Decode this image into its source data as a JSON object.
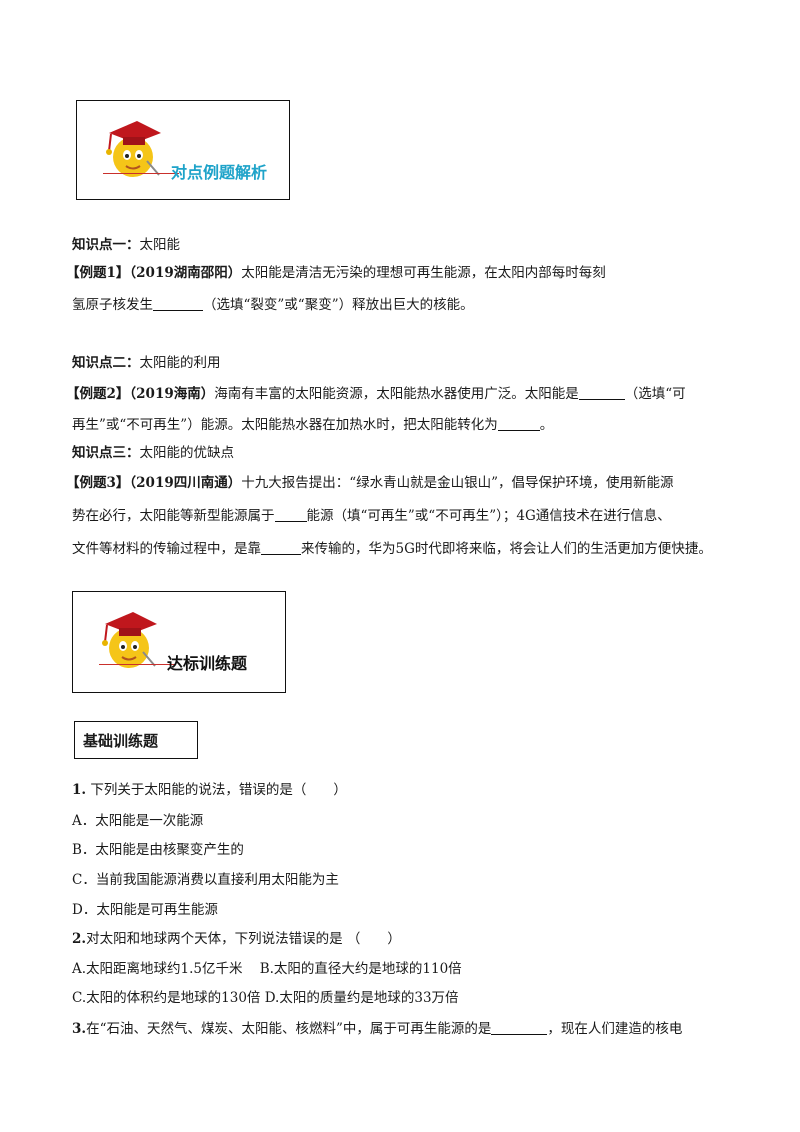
{
  "banner1": {
    "title": "对点例题解析",
    "title_color": "#1ea3c9"
  },
  "banner2": {
    "title": "达标训练题"
  },
  "k1": {
    "label": "知识点一：",
    "text": "太阳能"
  },
  "ex1": {
    "tag": "【例题1】",
    "source": "（2019湖南邵阳）",
    "text1": "太阳能是清洁无污染的理想可再生能源，在太阳内部每时每刻",
    "text2a": "氢原子核发生",
    "text2b": "（选填“裂变”或“聚变”）释放出巨大的核能。"
  },
  "k2": {
    "label": "知识点二：",
    "text": "太阳能的利用"
  },
  "ex2": {
    "tag": "【例题2】",
    "source": "（2019海南）",
    "text1a": "海南有丰富的太阳能资源，太阳能热水器使用广泛。太阳能是",
    "text1b": "（选填“可",
    "text2a": "再生”或“不可再生”）能源。太阳能热水器在加热水时，把太阳能转化为",
    "text2b": "。"
  },
  "k3": {
    "label": "知识点三：",
    "text": "太阳能的优缺点"
  },
  "ex3": {
    "tag": "【例题3】",
    "source": "（2019四川南通）",
    "text1": "十九大报告提出：“绿水青山就是金山银山”，倡导保护环境，使用新能源",
    "text2a": "势在必行，太阳能等新型能源属于",
    "text2b": "能源（填“可再生”或“不可再生”）；4G通信技术在进行信息、",
    "text3a": "文件等材料的传输过程中，是靠",
    "text3b": "来传输的，华为5G时代即将来临，将会让人们的生活更加方便快捷。"
  },
  "basic": {
    "title": "基础训练题"
  },
  "q1": {
    "num": "1.",
    "stem": "下列关于太阳能的说法，错误的是（　　）",
    "options": [
      "A．太阳能是一次能源",
      "B．太阳能是由核聚变产生的",
      "C．当前我国能源消费以直接利用太阳能为主",
      "D．太阳能是可再生能源"
    ]
  },
  "q2": {
    "num": "2.",
    "stem": "对太阳和地球两个天体，下列说法错误的是 （　　）",
    "opt_ab": [
      "A.太阳距离地球约1.5亿千米",
      "B.太阳的直径大约是地球的110倍"
    ],
    "opt_cd": [
      "C.太阳的体积约是地球的130倍",
      "D.太阳的质量约是地球的33万倍"
    ]
  },
  "q3": {
    "num": "3.",
    "stem_a": "在“石油、天然气、煤炭、太阳能、核燃料”中，属于可再生能源的是",
    "stem_b": "，现在人们建造的核电"
  }
}
